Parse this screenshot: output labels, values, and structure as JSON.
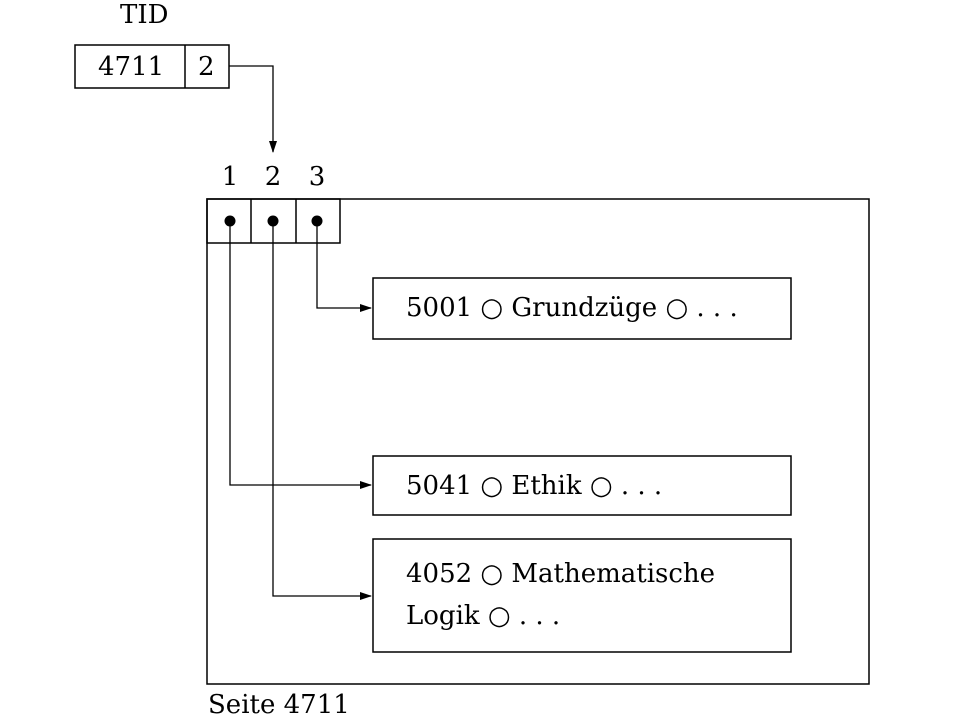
{
  "tid": {
    "label": "TID",
    "page_number": "4711",
    "slot_number": "2"
  },
  "slot_numbers": [
    "1",
    "2",
    "3"
  ],
  "records": [
    {
      "lines": [
        "5001 ○ Grundzüge ○ . . ."
      ]
    },
    {
      "lines": [
        "5041 ○ Ethik ○ . . ."
      ]
    },
    {
      "lines": [
        "4052 ○ Mathematische",
        "Logik ○ . . ."
      ]
    }
  ],
  "page": {
    "label": "Seite 4711"
  },
  "colors": {
    "stroke": "#000000",
    "background": "#ffffff"
  }
}
